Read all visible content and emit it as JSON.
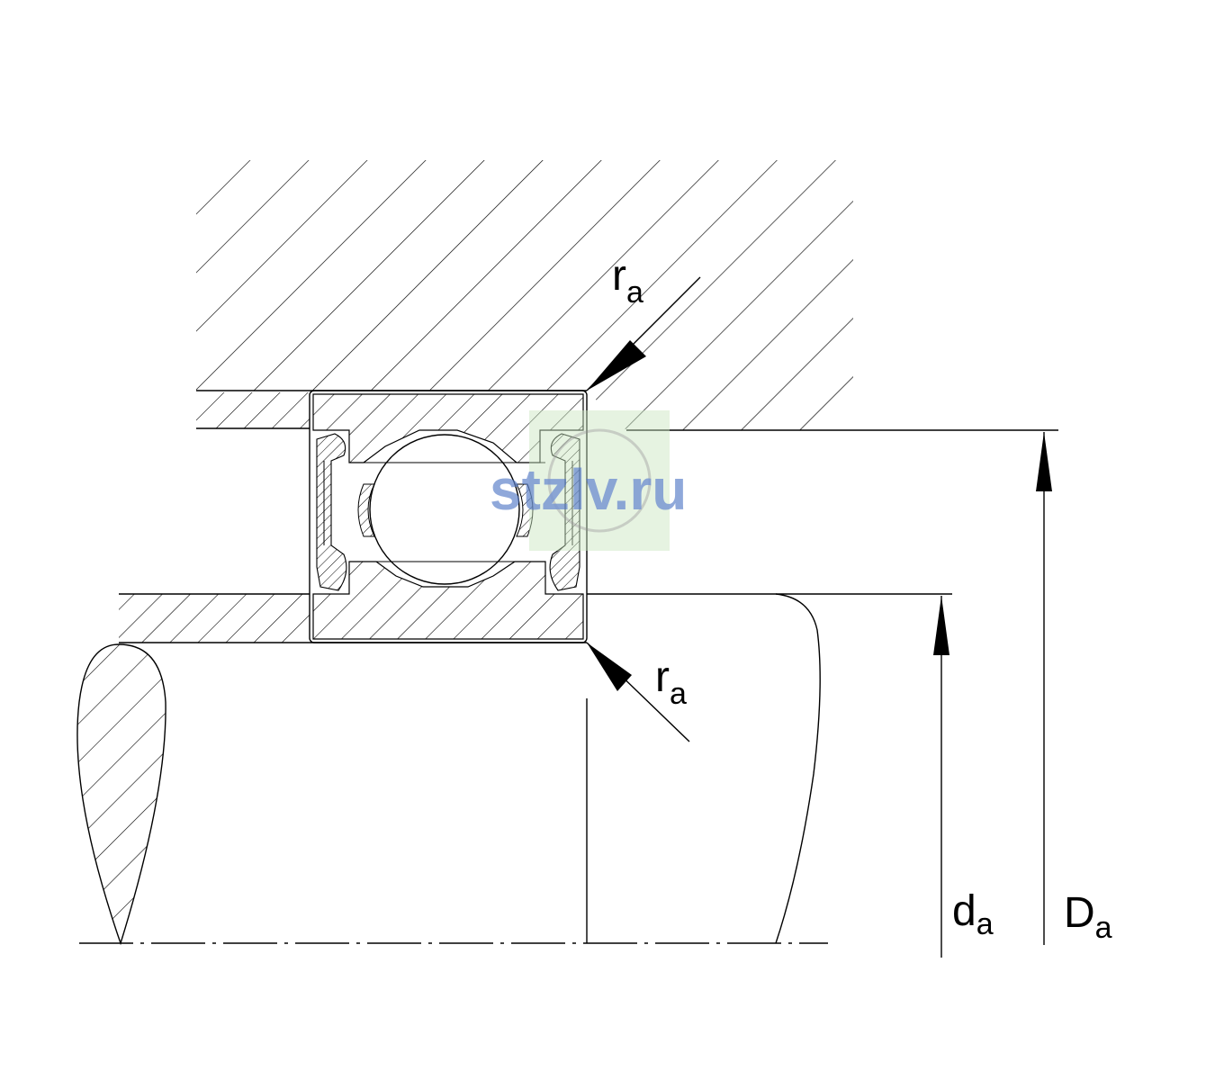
{
  "labels": {
    "ra_top": {
      "main": "r",
      "sub": "a"
    },
    "ra_bottom": {
      "main": "r",
      "sub": "a"
    },
    "da": {
      "main": "d",
      "sub": "a"
    },
    "Da": {
      "main": "D",
      "sub": "a"
    }
  },
  "watermark": {
    "text": "stzlv.ru"
  },
  "colors": {
    "line": "#000000",
    "background": "#ffffff",
    "watermark_text": "#5b7fc9",
    "watermark_logo": "#c8e6c0"
  }
}
